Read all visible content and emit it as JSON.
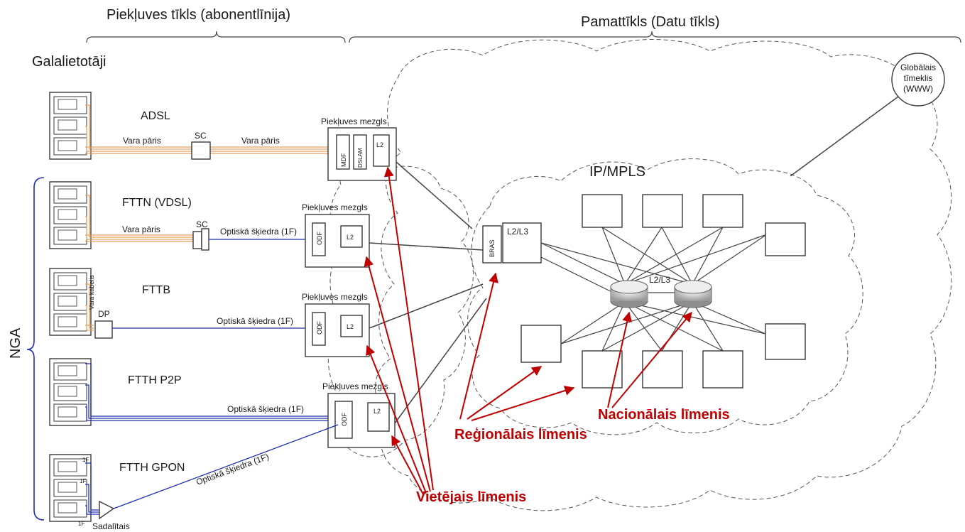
{
  "headers": {
    "access": "Piekļuves tīkls (abonentlīnija)",
    "core": "Pamattīkls (Datu tīkls)",
    "end_users": "Galalietotāji",
    "nga": "NGA"
  },
  "technologies": {
    "adsl": "ADSL",
    "fttn": "FTTN (VDSL)",
    "fttb": "FTTB",
    "ftth_p2p": "FTTH P2P",
    "ftth_gpon": "FTTH GPON"
  },
  "media": {
    "copper_pair": "Vara pāris",
    "fiber_1f": "Optiskā šķiedra (1F)",
    "copper_cable": "Vara kabelis",
    "one_f": "1F"
  },
  "nodes": {
    "access_node": "Piekļuves mezgls",
    "sc": "SC",
    "dp": "DP",
    "splitter": "Sadalītais",
    "mdf": "MDF",
    "dslam": "DSLAM",
    "odf": "ODF",
    "l2": "L2",
    "bras": "BRAS",
    "l2l3": "L2/L3",
    "ipmpls": "IP/MPLS",
    "www_line1": "Globālais",
    "www_line2": "tīmeklis",
    "www_line3": "(WWW)"
  },
  "levels": {
    "local": "Vietējais līmenis",
    "regional": "Reģionālais līmenis",
    "national": "Nacionālais līmenis"
  },
  "colors": {
    "fiber": "#1f2fb0",
    "copper": "#e3a060",
    "level_arrows": "#c00000"
  }
}
